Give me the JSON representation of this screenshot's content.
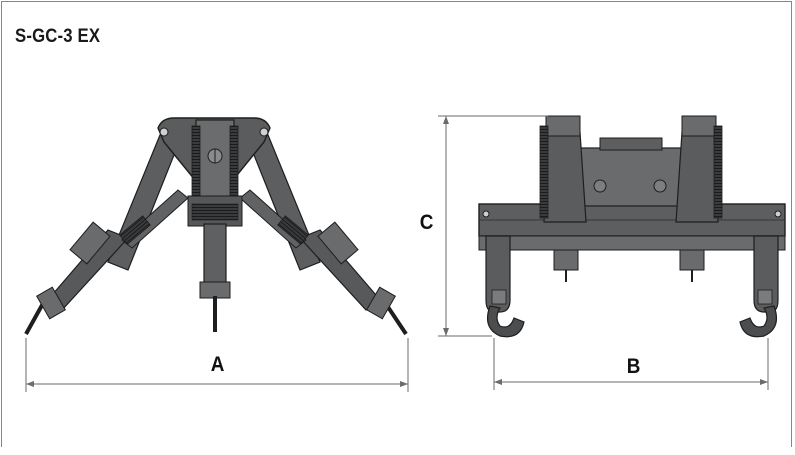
{
  "title": "S-GC-3 EX",
  "dimensions": {
    "a": "A",
    "b": "B",
    "c": "C"
  },
  "colors": {
    "frame_border": "#4caf50",
    "metal_body": "#58595b",
    "metal_dark": "#2e2f31",
    "dimension_line": "#6b6b6b"
  }
}
